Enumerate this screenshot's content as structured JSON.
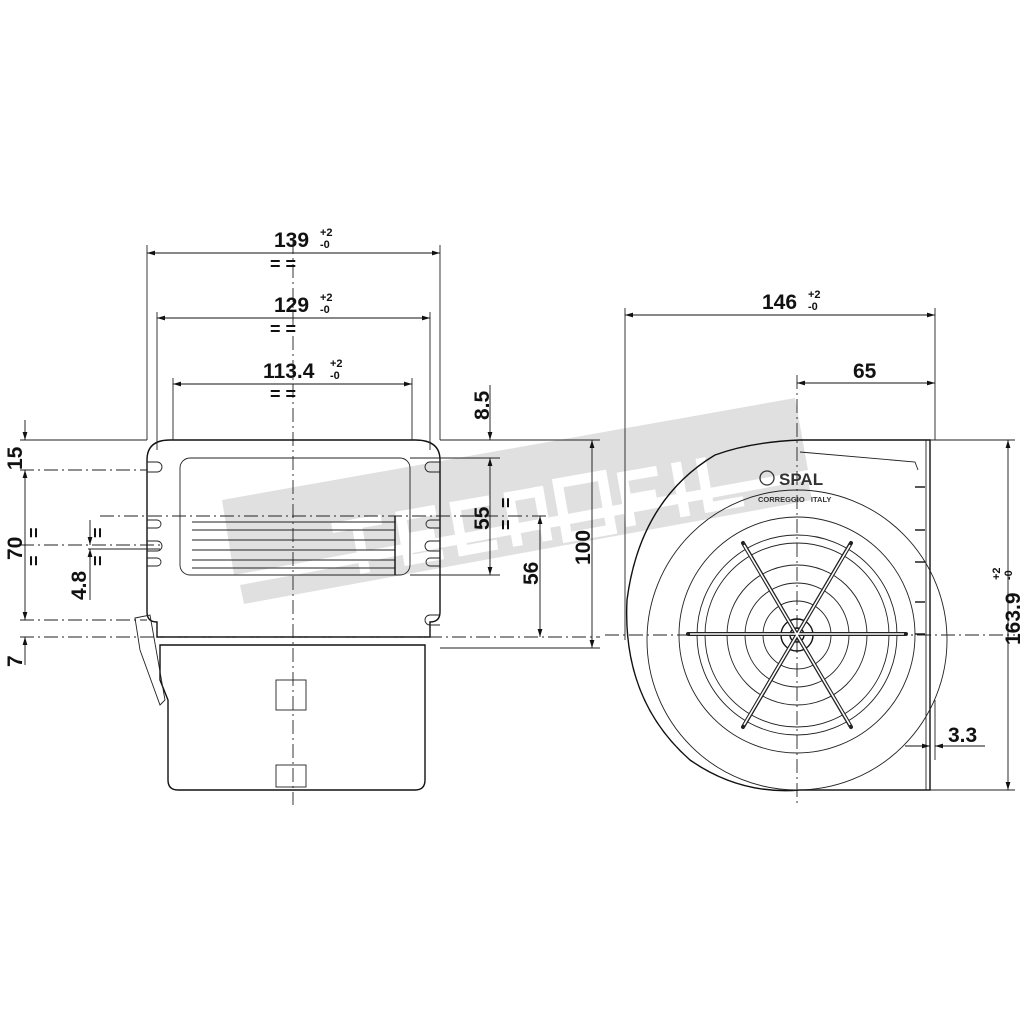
{
  "watermark": "TECNOFIL",
  "logo": {
    "brand": "SPAL",
    "location": "CORREGGIO   ITALY"
  },
  "side_view": {
    "width_outer": {
      "value": "139",
      "tol_plus": "+2",
      "tol_minus": "-0",
      "symmetry": "= ="
    },
    "width_mid": {
      "value": "129",
      "tol_plus": "+2",
      "tol_minus": "-0",
      "symmetry": "= ="
    },
    "width_inner": {
      "value": "113.4",
      "tol_plus": "+2",
      "tol_minus": "-0",
      "symmetry": "= ="
    },
    "top_offset": "8.5",
    "outlet_height": "55",
    "outlet_symmetry": "=",
    "center_height": "56",
    "total_height": "100",
    "left_top": "15",
    "left_mid": "70",
    "left_mid_symmetry": "=",
    "slot": "4.8",
    "slot_symmetry": "=",
    "left_bottom": "7"
  },
  "front_view": {
    "width": {
      "value": "146",
      "tol_plus": "+2",
      "tol_minus": "-0"
    },
    "center_offset": "65",
    "height": {
      "value": "163.9",
      "tol_plus": "+2",
      "tol_minus": "-0"
    },
    "flange": "3.3"
  }
}
